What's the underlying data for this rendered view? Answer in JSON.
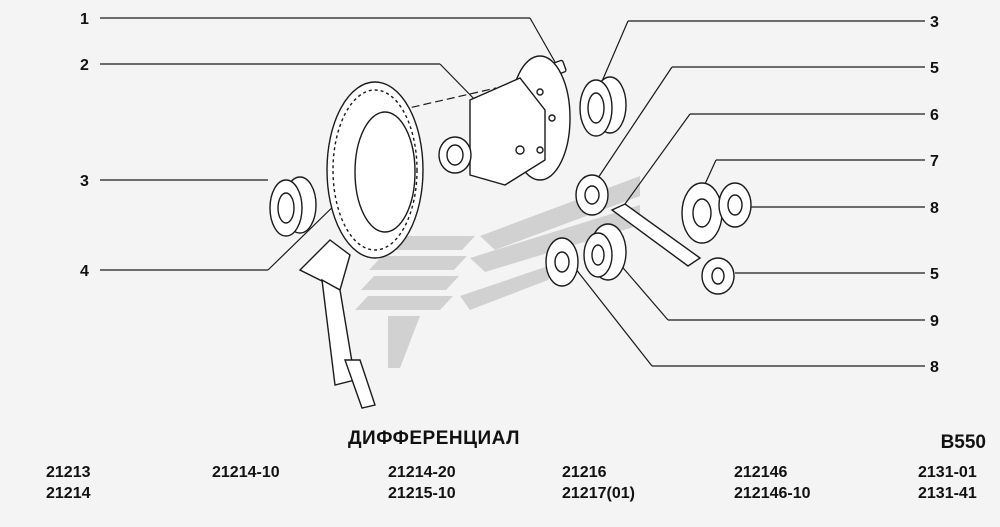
{
  "callouts": [
    {
      "id": "c1",
      "label": "1"
    },
    {
      "id": "c2",
      "label": "2"
    },
    {
      "id": "c3a",
      "label": "3"
    },
    {
      "id": "c3b",
      "label": "3"
    },
    {
      "id": "c4",
      "label": "4"
    },
    {
      "id": "c5a",
      "label": "5"
    },
    {
      "id": "c5b",
      "label": "5"
    },
    {
      "id": "c6",
      "label": "6"
    },
    {
      "id": "c7",
      "label": "7"
    },
    {
      "id": "c8a",
      "label": "8"
    },
    {
      "id": "c8b",
      "label": "8"
    },
    {
      "id": "c9",
      "label": "9"
    }
  ],
  "title": "ДИФФЕРЕНЦИАЛ",
  "diagram_code": "B550",
  "models": [
    [
      "21213",
      "21214"
    ],
    [
      "21214-10"
    ],
    [
      "21214-20",
      "21215-10"
    ],
    [
      "21216",
      "21217(01)"
    ],
    [
      "212146",
      "212146-10"
    ],
    [
      "2131-01",
      "2131-41"
    ]
  ],
  "colors": {
    "line": "#1a1a1a",
    "watermark": "#c9c9c9",
    "background": "#f4f4f4"
  }
}
